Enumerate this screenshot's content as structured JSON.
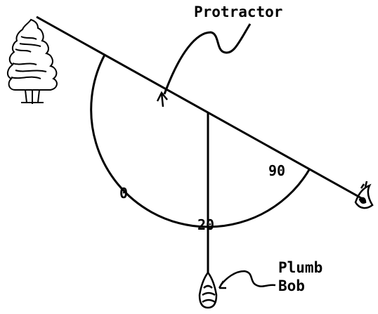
{
  "labels": {
    "protractor": "Protractor",
    "plumb": "Plumb",
    "bob": "Bob",
    "mark_0": "0",
    "mark_20": "20",
    "mark_90": "90"
  },
  "colors": {
    "ink": "#000000",
    "paper": "#ffffff"
  },
  "icons": [
    "tree-icon",
    "eye-icon",
    "plumb-bob-icon"
  ]
}
